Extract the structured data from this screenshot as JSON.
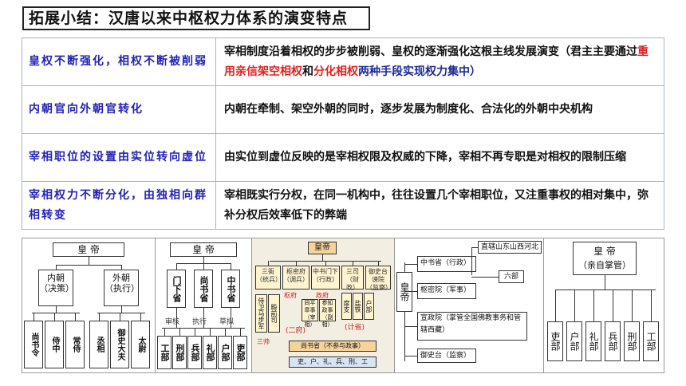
{
  "title": "拓展小结：汉唐以来中枢权力体系的演变特点",
  "rows": [
    {
      "left": "皇权不断强化，相权不断被削弱",
      "right_pre": "宰相制度沿着相权的步步被削弱、皇权的逐渐强化这根主线发展演变（君主主要通过",
      "hl1": "重用亲信架空相权",
      "mid": "和",
      "hl2": "分化相权",
      "right_post": "两种手段实现权力集中）"
    },
    {
      "left": "内朝官向外朝官转化",
      "right": "内朝在牵制、架空外朝的同时，逐步发展为制度化、合法化的外朝中央机构"
    },
    {
      "left": "宰相职位的设置由实位转向虚位",
      "right": "由实位到虚位反映的是宰相权限及权威的下降，宰相不再专职是对相权的限制压缩"
    },
    {
      "left": "宰相权力不断分化，由独相向群相转变",
      "right": "宰相既实行分权，在同一机构中，往往设置几个宰相职位，又注重事权的相对集中，弥补分权后效率低下的弊端"
    }
  ],
  "d1": {
    "emperor": "皇 帝",
    "inner": "内 (决 朝 策)",
    "outer": "外 (执 朝 行)",
    "inner_label": "内朝",
    "inner_role": "（决策）",
    "outer_label": "外朝",
    "outer_role": "（执行）",
    "officials": [
      "尚书令",
      "侍中",
      "常侍",
      "丞相",
      "御史大夫",
      "太尉"
    ]
  },
  "d2": {
    "emperor": "皇 帝",
    "depts": [
      "门下省",
      "尚书省",
      "中书省"
    ],
    "flow": [
      "审核",
      "执行",
      "草拟"
    ],
    "ministries": [
      "工部",
      "刑部",
      "兵部",
      "礼部",
      "户部",
      "吏部"
    ]
  },
  "d3": {
    "emperor": "皇帝",
    "top": [
      "三衙（统兵）",
      "枢密府（调兵）",
      "中书门下（行政）",
      "三司（财政）",
      "御史台谏院（监察）"
    ],
    "sub1": [
      "侍卫马步军",
      "殿前司"
    ],
    "sub3": [
      "同平章事（宰相）",
      "参知政事（副相）"
    ],
    "sub4": [
      "度支",
      "盐铁",
      "户部"
    ],
    "notes": [
      "枢府",
      "政府",
      "(二府)",
      "(计省)",
      "三帅"
    ],
    "shangshu": "尚书省（不参与政事）",
    "six": "吏、户、礼、兵、刑、工"
  },
  "d4": {
    "emperor": "皇帝",
    "items": [
      "中书省（行政）",
      "枢密院（军事）",
      "宣政院（掌管全国佛教事务和管辖西藏）",
      "御史台（监察）"
    ],
    "direct": "直辖山东山西河北",
    "six": "六部"
  },
  "d5": {
    "emperor": "皇 帝",
    "emperor_sub": "（亲自掌管）",
    "ministries": [
      "吏部",
      "户部",
      "礼部",
      "兵部",
      "刑部",
      "工部"
    ]
  }
}
